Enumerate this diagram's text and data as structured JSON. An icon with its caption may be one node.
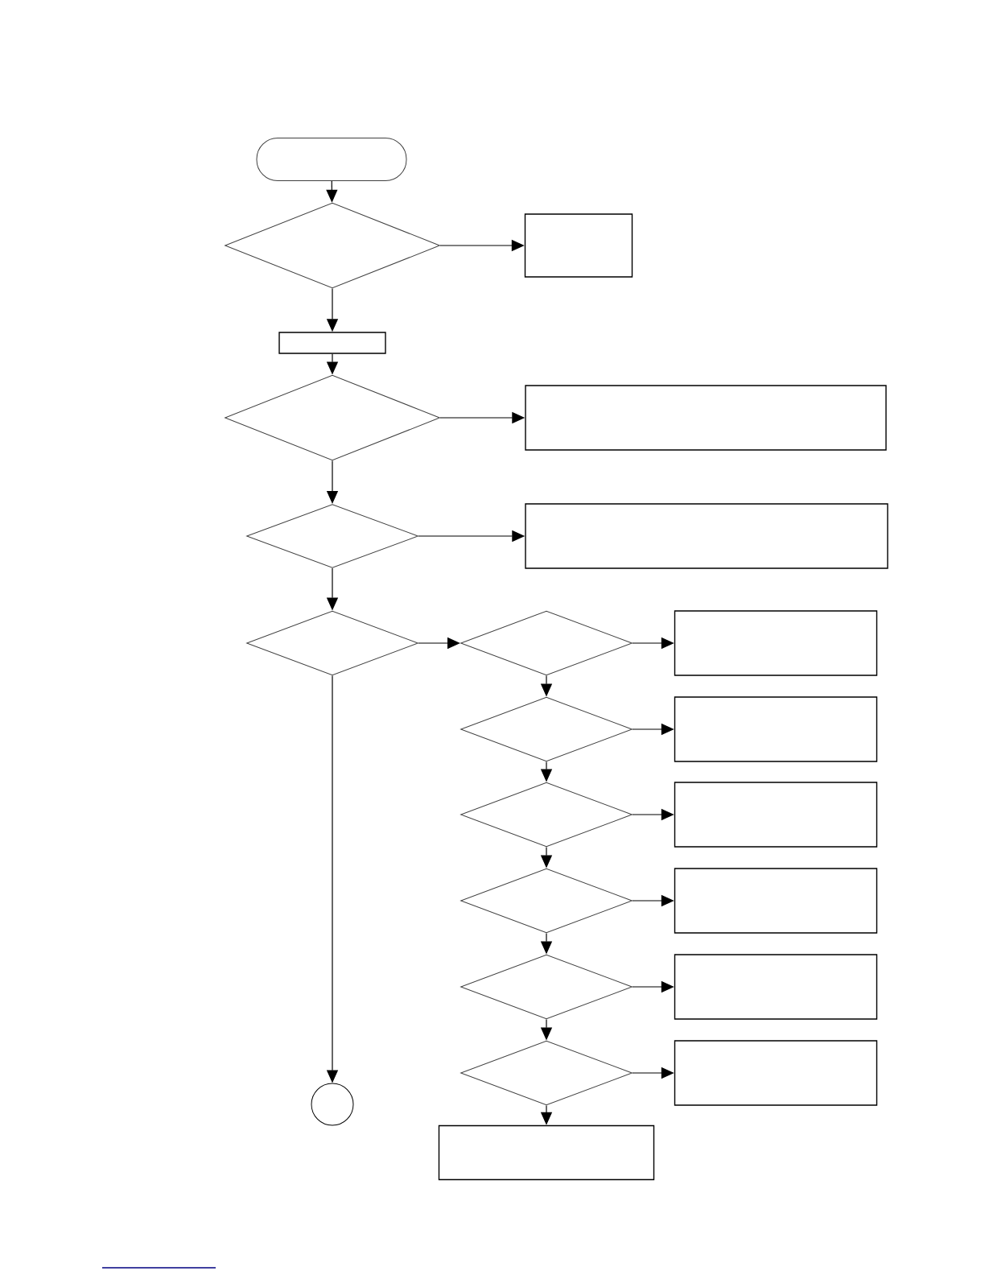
{
  "diagram": {
    "nodes": [
      {
        "text": [],
        "shape": "stadium"
      },
      {
        "text": [],
        "shape": "diamond"
      },
      {
        "text": [],
        "shape": "box"
      },
      {
        "text": [],
        "shape": "box"
      },
      {
        "text": [],
        "shape": "diamond"
      },
      {
        "text": [],
        "shape": "box"
      },
      {
        "text": [],
        "shape": "diamond"
      },
      {
        "text": [],
        "shape": "box"
      },
      {
        "text": [],
        "shape": "diamond"
      },
      {
        "text": [],
        "shape": "diamond"
      },
      {
        "text": [],
        "shape": "box"
      },
      {
        "text": [],
        "shape": "diamond"
      },
      {
        "text": [],
        "shape": "box"
      },
      {
        "text": [],
        "shape": "diamond"
      },
      {
        "text": [],
        "shape": "box"
      },
      {
        "text": [],
        "shape": "diamond"
      },
      {
        "text": [],
        "shape": "box"
      },
      {
        "text": [],
        "shape": "diamond"
      },
      {
        "text": [],
        "shape": "box"
      },
      {
        "text": [],
        "shape": "diamond"
      },
      {
        "text": [],
        "shape": "box"
      },
      {
        "text": [],
        "shape": "circle"
      },
      {
        "text": [],
        "shape": "box"
      }
    ],
    "edges": [
      {
        "from": 0,
        "to": 1,
        "arrow": "to"
      },
      {
        "from": 1,
        "to": 2,
        "arrow": "to"
      },
      {
        "from": 1,
        "to": 3,
        "arrow": "to"
      },
      {
        "from": 3,
        "to": 4,
        "arrow": "to"
      },
      {
        "from": 4,
        "to": 5,
        "arrow": "to"
      },
      {
        "from": 4,
        "to": 6,
        "arrow": "to"
      },
      {
        "from": 6,
        "to": 7,
        "arrow": "to"
      },
      {
        "from": 6,
        "to": 8,
        "arrow": "to"
      },
      {
        "from": 8,
        "to": 9,
        "arrow": "to"
      },
      {
        "from": 9,
        "to": 10,
        "arrow": "to"
      },
      {
        "from": 9,
        "to": 11,
        "arrow": "to"
      },
      {
        "from": 11,
        "to": 12,
        "arrow": "to"
      },
      {
        "from": 11,
        "to": 13,
        "arrow": "to"
      },
      {
        "from": 13,
        "to": 14,
        "arrow": "to"
      },
      {
        "from": 13,
        "to": 15,
        "arrow": "to"
      },
      {
        "from": 15,
        "to": 16,
        "arrow": "to"
      },
      {
        "from": 15,
        "to": 17,
        "arrow": "to"
      },
      {
        "from": 17,
        "to": 18,
        "arrow": "to"
      },
      {
        "from": 17,
        "to": 19,
        "arrow": "to"
      },
      {
        "from": 19,
        "to": 20,
        "arrow": "to"
      },
      {
        "from": 8,
        "to": 21,
        "arrow": "to"
      },
      {
        "from": 19,
        "to": 22,
        "arrow": "to"
      }
    ]
  }
}
